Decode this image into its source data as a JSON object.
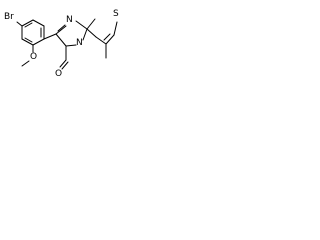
{
  "molecule": {
    "atom_labels": {
      "bromine": "Br",
      "methoxy_oxygen": "O",
      "aldehyde_oxygen": "O",
      "ring_nitrogen_top": "N",
      "ring_nitrogen_bottom": "N",
      "sulfur": "S"
    }
  }
}
